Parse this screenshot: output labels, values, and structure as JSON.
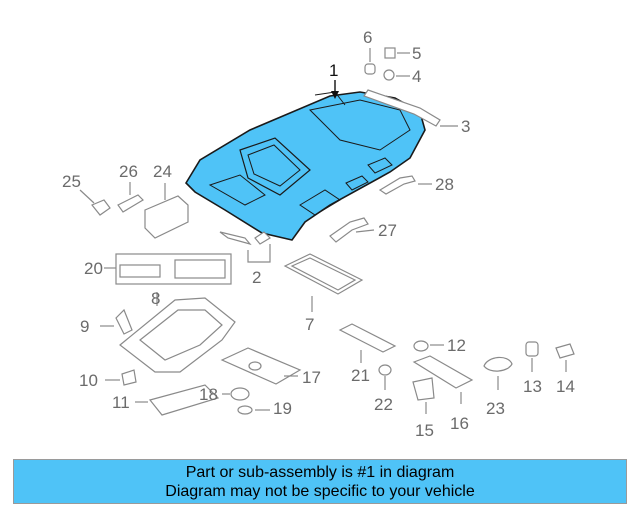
{
  "diagram": {
    "callouts": {
      "c1": "1",
      "c2": "2",
      "c3": "3",
      "c4": "4",
      "c5": "5",
      "c6": "6",
      "c7": "7",
      "c8": "8",
      "c9": "9",
      "c10": "10",
      "c11": "11",
      "c12": "12",
      "c13": "13",
      "c14": "14",
      "c15": "15",
      "c16": "16",
      "c17": "17",
      "c18": "18",
      "c19": "19",
      "c20": "20",
      "c21": "21",
      "c22": "22",
      "c23": "23",
      "c24": "24",
      "c25": "25",
      "c26": "26",
      "c27": "27",
      "c28": "28"
    },
    "colors": {
      "highlight": "#4fc3f7",
      "line": "#8a8a8a",
      "banner": "#4fc3f7"
    }
  },
  "banner": {
    "line1": "Part or sub-assembly is #1 in diagram",
    "line2": "Diagram may not be specific to your vehicle"
  }
}
